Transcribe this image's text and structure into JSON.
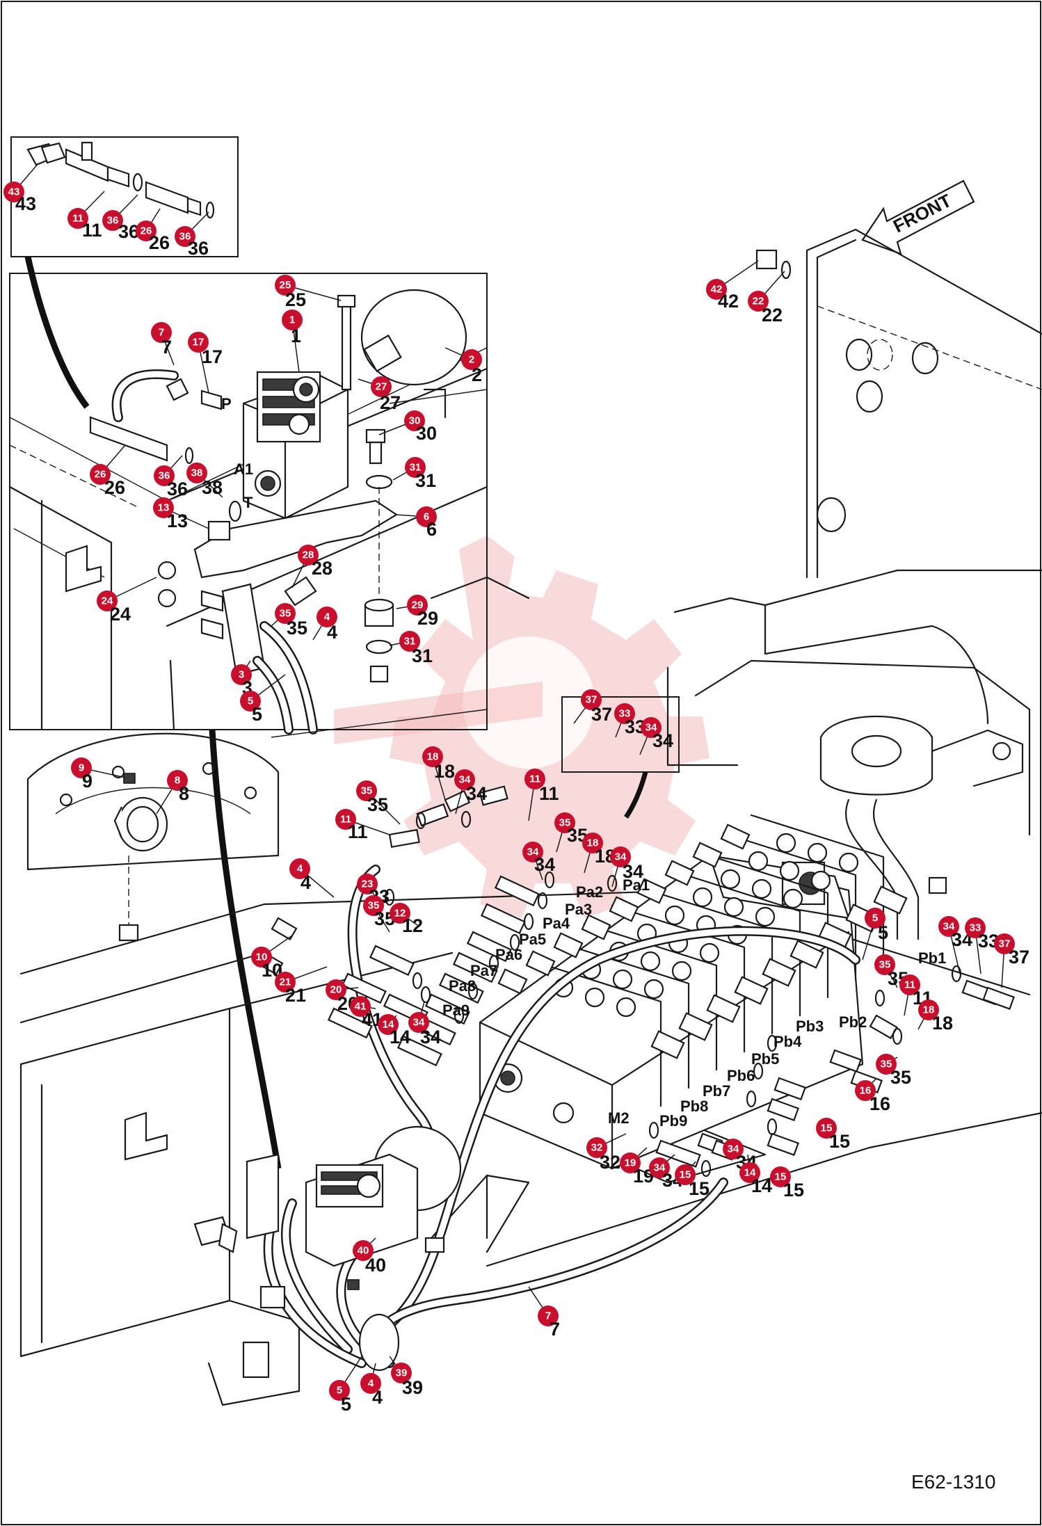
{
  "diagram": {
    "figure_code": "E62-1310",
    "front_label": "FRONT",
    "watermark_icon": "gear-wrench-watermark-icon",
    "callouts": [
      {
        "badge": "43",
        "label": "43"
      },
      {
        "badge": "11",
        "label": "11"
      },
      {
        "badge": "36",
        "label": "36"
      },
      {
        "badge": "26",
        "label": "26"
      },
      {
        "badge": "36",
        "label": "36"
      },
      {
        "badge": "25",
        "label": "25"
      },
      {
        "badge": "1",
        "label": "1"
      },
      {
        "badge": "2",
        "label": "2"
      },
      {
        "badge": "7",
        "label": "7"
      },
      {
        "badge": "17",
        "label": "17"
      },
      {
        "badge": "27",
        "label": "27"
      },
      {
        "badge": "30",
        "label": "30"
      },
      {
        "badge": "26",
        "label": "26"
      },
      {
        "badge": "36",
        "label": "36"
      },
      {
        "badge": "38",
        "label": "38"
      },
      {
        "badge": "13",
        "label": "13"
      },
      {
        "badge": "31",
        "label": "31"
      },
      {
        "badge": "6",
        "label": "6"
      },
      {
        "badge": "28",
        "label": "28"
      },
      {
        "badge": "24",
        "label": "24"
      },
      {
        "badge": "35",
        "label": "35"
      },
      {
        "badge": "4",
        "label": "4"
      },
      {
        "badge": "29",
        "label": "29"
      },
      {
        "badge": "31",
        "label": "31"
      },
      {
        "badge": "3",
        "label": "3"
      },
      {
        "badge": "5",
        "label": "5"
      },
      {
        "badge": "42",
        "label": "42"
      },
      {
        "badge": "22",
        "label": "22"
      },
      {
        "badge": "9",
        "label": "9"
      },
      {
        "badge": "8",
        "label": "8"
      },
      {
        "badge": "18",
        "label": "18"
      },
      {
        "badge": "34",
        "label": "34"
      },
      {
        "badge": "35",
        "label": "35"
      },
      {
        "badge": "11",
        "label": "11"
      },
      {
        "badge": "37",
        "label": "37"
      },
      {
        "badge": "33",
        "label": "33"
      },
      {
        "badge": "34",
        "label": "34"
      },
      {
        "badge": "11",
        "label": "11"
      },
      {
        "badge": "35",
        "label": "35"
      },
      {
        "badge": "18",
        "label": "18"
      },
      {
        "badge": "34",
        "label": "34"
      },
      {
        "badge": "34",
        "label": "34"
      },
      {
        "badge": "4",
        "label": "4"
      },
      {
        "badge": "23",
        "label": "23"
      },
      {
        "badge": "35",
        "label": "35"
      },
      {
        "badge": "12",
        "label": "12"
      },
      {
        "badge": "10",
        "label": "10"
      },
      {
        "badge": "21",
        "label": "21"
      },
      {
        "badge": "20",
        "label": "20"
      },
      {
        "badge": "41",
        "label": "41"
      },
      {
        "badge": "14",
        "label": "14"
      },
      {
        "badge": "34",
        "label": "34"
      },
      {
        "badge": "5",
        "label": "5"
      },
      {
        "badge": "34",
        "label": "34"
      },
      {
        "badge": "33",
        "label": "33"
      },
      {
        "badge": "37",
        "label": "37"
      },
      {
        "badge": "35",
        "label": "35"
      },
      {
        "badge": "11",
        "label": "11"
      },
      {
        "badge": "18",
        "label": "18"
      },
      {
        "badge": "35",
        "label": "35"
      },
      {
        "badge": "16",
        "label": "16"
      },
      {
        "badge": "15",
        "label": "15"
      },
      {
        "badge": "32",
        "label": "32"
      },
      {
        "badge": "19",
        "label": "19"
      },
      {
        "badge": "34",
        "label": "34"
      },
      {
        "badge": "15",
        "label": "15"
      },
      {
        "badge": "34",
        "label": "34"
      },
      {
        "badge": "14",
        "label": "14"
      },
      {
        "badge": "15",
        "label": "15"
      },
      {
        "badge": "40",
        "label": "40"
      },
      {
        "badge": "7",
        "label": "7"
      },
      {
        "badge": "5",
        "label": "5"
      },
      {
        "badge": "4",
        "label": "4"
      },
      {
        "badge": "39",
        "label": "39"
      }
    ],
    "ports": [
      "P",
      "A1",
      "T",
      "Pa1",
      "Pa2",
      "Pa3",
      "Pa4",
      "Pa5",
      "Pa6",
      "Pa7",
      "Pa8",
      "Pa9",
      "Pb1",
      "Pb2",
      "Pb3",
      "Pb4",
      "Pb5",
      "Pb6",
      "Pb7",
      "Pb8",
      "Pb9",
      "M2"
    ]
  }
}
